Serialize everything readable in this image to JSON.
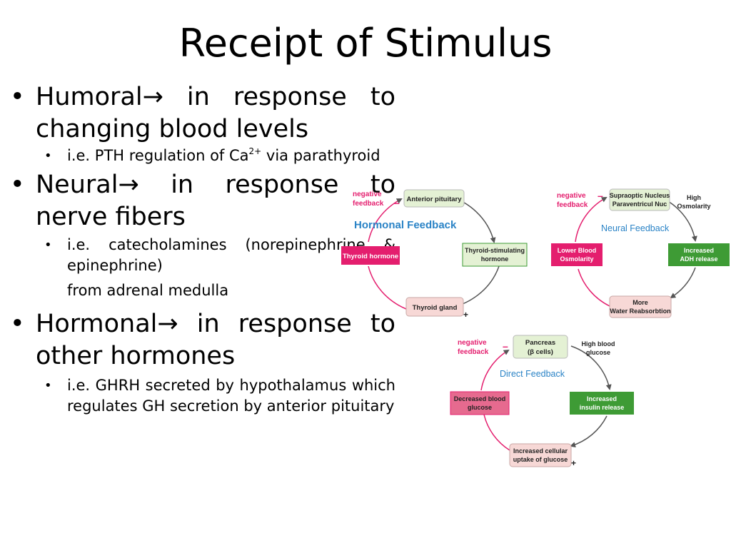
{
  "slide": {
    "title": "Receipt of Stimulus",
    "bullets": [
      {
        "term": "Humoral",
        "arrow": "→",
        "text": " in response to changing blood levels",
        "sub": {
          "pre": "i.e. PTH regulation of Ca",
          "sup": "2+",
          "post": " via parathyroid"
        }
      },
      {
        "term": "Neural",
        "arrow": "→",
        "text": " in response to nerve fibers",
        "sub": {
          "line1": "i.e. catecholamines (norepinephrine & epinephrine)",
          "line2": "from adrenal medulla"
        }
      },
      {
        "term": "Hormonal",
        "arrow": "→",
        "text": " in response to other hormones",
        "sub": {
          "text": "i.e. GHRH secreted by hypothalamus which regulates GH secretion by anterior pituitary"
        }
      }
    ]
  },
  "figure": {
    "hormonal": {
      "title": "Hormonal Feedback",
      "neg": [
        "negative",
        "feedback"
      ],
      "minus": "–",
      "plus": "+",
      "top": "Anterior pituitary",
      "left": "Thyroid hormone",
      "right": [
        "Thyroid-stimulating",
        "hormone"
      ],
      "bottom": "Thyroid gland"
    },
    "neural": {
      "title": "Neural Feedback",
      "neg": [
        "negative",
        "feedback"
      ],
      "minus": "–",
      "top": [
        "Supraoptic Nucleus",
        "Paraventricul Nuc"
      ],
      "stim": [
        "High",
        "Osmolarity"
      ],
      "left": [
        "Lower Blood",
        "Osmolarity"
      ],
      "right": [
        "Increased",
        "ADH release"
      ],
      "bottom": [
        "More",
        "Water Reabsorbtion"
      ]
    },
    "direct": {
      "title": "Direct Feedback",
      "neg": [
        "negative",
        "feedback"
      ],
      "minus": "–",
      "plus": "+",
      "top": [
        "Pancreas",
        "(β cells)"
      ],
      "stim": [
        "High blood",
        "glucose"
      ],
      "left": [
        "Decreased blood",
        "glucose"
      ],
      "right": [
        "Increased",
        "insulin release"
      ],
      "bottom": [
        "Increased cellular",
        "uptake of glucose"
      ]
    },
    "colors": {
      "pink": "#e41e6e",
      "green": "#3e9b35",
      "light_green": "#e4f1d4",
      "light_pink": "#f7d8d6",
      "blue": "#2a83c6",
      "arc": "#555555"
    }
  }
}
